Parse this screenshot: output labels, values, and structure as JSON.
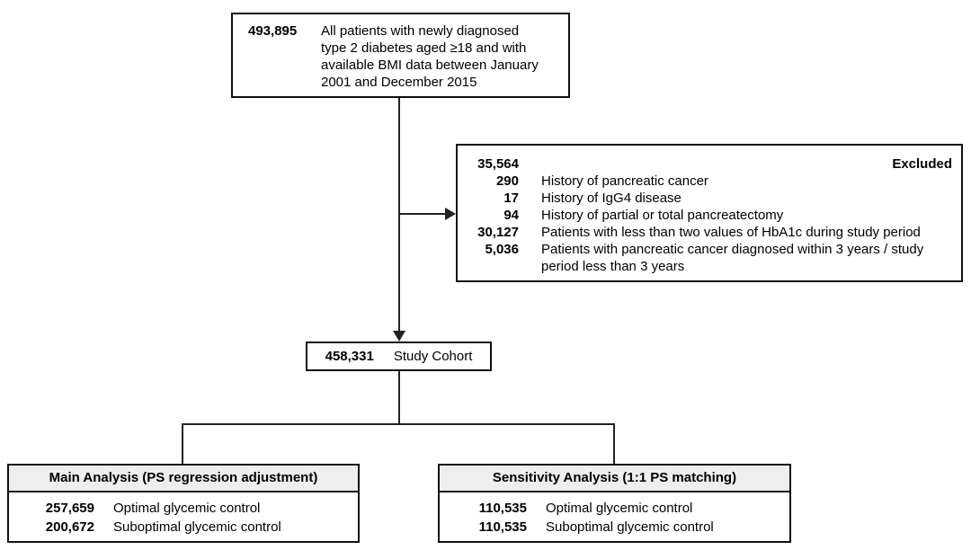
{
  "top_box": {
    "count": "493,895",
    "label": "All patients with newly diagnosed type 2 diabetes aged ≥18 and with available BMI data between January 2001 and December 2015"
  },
  "excluded_box": {
    "count": "35,564",
    "label": "Excluded",
    "items": [
      {
        "count": "290",
        "label": "History of pancreatic cancer"
      },
      {
        "count": "17",
        "label": "History of IgG4 disease"
      },
      {
        "count": "94",
        "label": "History of partial or total pancreatectomy"
      },
      {
        "count": "30,127",
        "label": "Patients with less than two values of HbA1c during study period"
      },
      {
        "count": "5,036",
        "label": "Patients with pancreatic cancer diagnosed within 3 years / study period less than 3 years"
      }
    ]
  },
  "study_cohort_box": {
    "count": "458,331",
    "label": "Study Cohort"
  },
  "main_analysis_box": {
    "title": "Main Analysis (PS regression adjustment)",
    "rows": [
      {
        "count": "257,659",
        "label": "Optimal glycemic control"
      },
      {
        "count": "200,672",
        "label": "Suboptimal glycemic control"
      }
    ]
  },
  "sensitivity_analysis_box": {
    "title": "Sensitivity Analysis (1:1 PS matching)",
    "rows": [
      {
        "count": "110,535",
        "label": "Optimal glycemic control"
      },
      {
        "count": "110,535",
        "label": "Suboptimal glycemic control"
      }
    ]
  },
  "colors": {
    "border": "#111111",
    "line": "#222222",
    "header_bg": "#eeeeee",
    "text": "#000000",
    "background": "#ffffff"
  }
}
